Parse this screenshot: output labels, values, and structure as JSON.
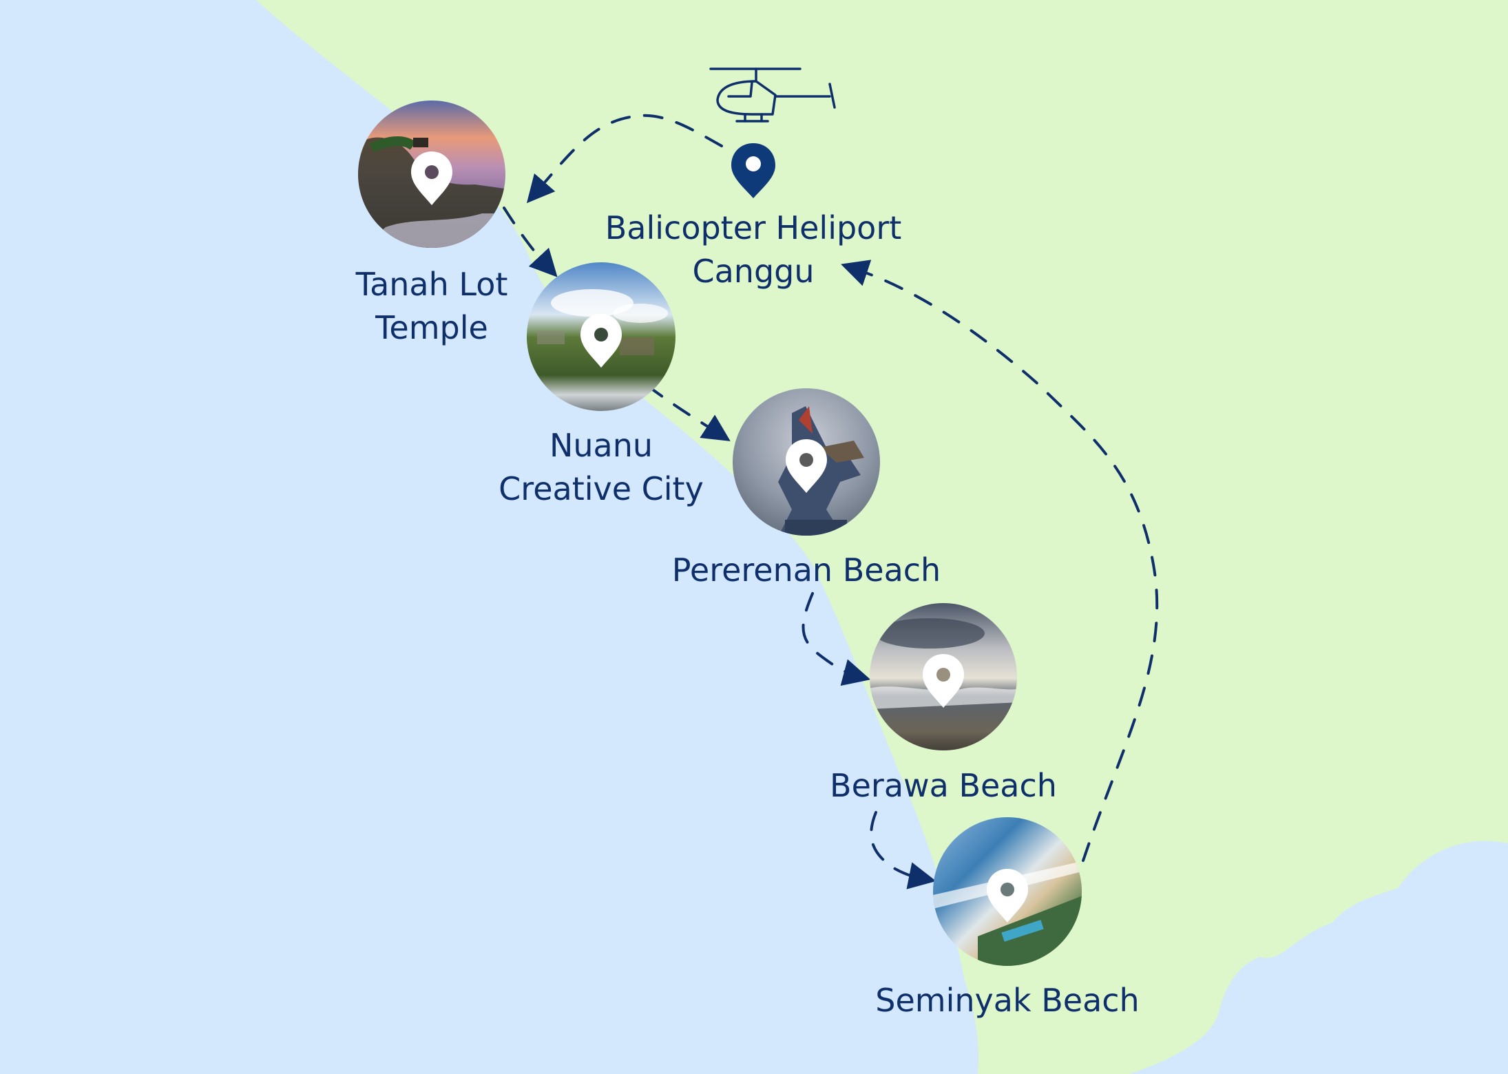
{
  "map": {
    "colors": {
      "sea": "#d3e7fd",
      "land": "#ddf7cb",
      "route": "#0f2f6b",
      "pin_on_photo": "#ffffff",
      "heliport_pin": "#0f3a7a"
    },
    "heliport": {
      "name_line1": "Balicopter Heliport",
      "name_line2": "Canggu",
      "icon": "helicopter-icon",
      "pin_icon": "map-pin-icon"
    },
    "stops": [
      {
        "id": "tanah-lot",
        "line1": "Tanah Lot",
        "line2": "Temple",
        "photo": "temple-on-rock-at-sunset"
      },
      {
        "id": "nuanu",
        "line1": "Nuanu",
        "line2": "Creative City",
        "photo": "aerial-coast-green-fields"
      },
      {
        "id": "pererenan",
        "line1": "Pererenan Beach",
        "line2": "",
        "photo": "dragon-statue-cloudy-sky"
      },
      {
        "id": "berawa",
        "line1": "Berawa Beach",
        "line2": "",
        "photo": "beach-waves-dusk"
      },
      {
        "id": "seminyak",
        "line1": "Seminyak Beach",
        "line2": "",
        "photo": "aerial-beach-resort-pool"
      }
    ]
  }
}
